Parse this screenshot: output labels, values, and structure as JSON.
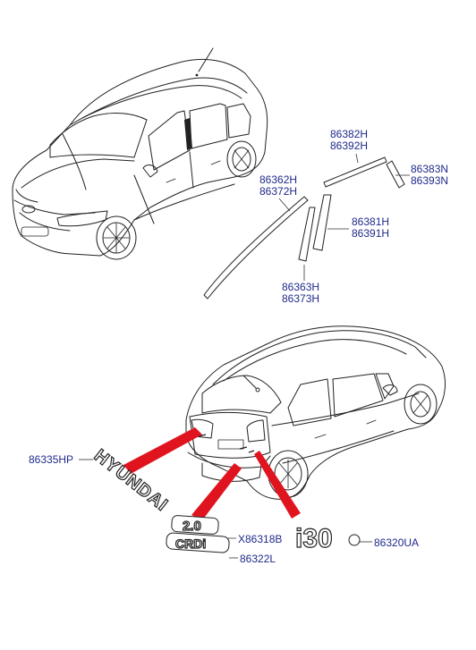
{
  "part_labels": {
    "p86382H": "86382H",
    "p86392H": "86392H",
    "p86383N": "86383N",
    "p86393N": "86393N",
    "p86362H": "86362H",
    "p86372H": "86372H",
    "p86381H": "86381H",
    "p86391H": "86391H",
    "p86363H": "86363H",
    "p86373H": "86373H",
    "p86335HP": "86335HP",
    "pX86318B": "X86318B",
    "p86322L": "86322L",
    "p86320UA": "86320UA"
  },
  "emblems": {
    "brand": "HYUNDAI",
    "model": "i30",
    "engine": "2.0",
    "trim": "CRDi"
  },
  "colors": {
    "label_text": "#1f2a8a",
    "highlight": "#e0141e",
    "line": "#222222"
  }
}
